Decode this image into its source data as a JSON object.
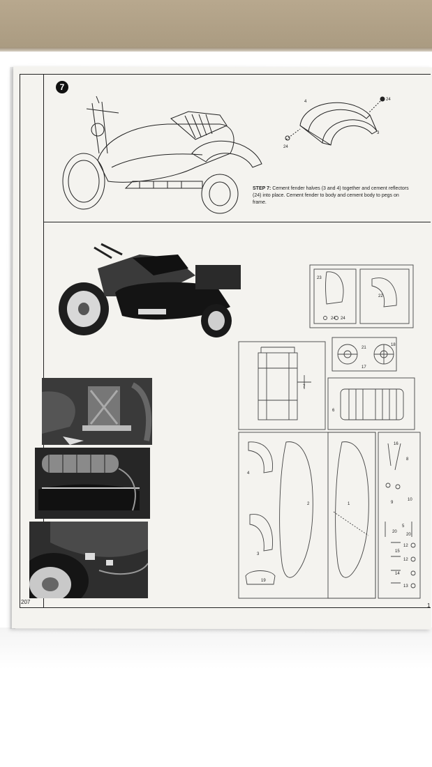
{
  "step": {
    "number": "7",
    "heading": "STEP 7:",
    "instruction": "Cement fender halves (3 and 4) together and cement reflectors (24) into place. Cement fender to body and cement body to pegs on frame."
  },
  "callouts": [
    "4",
    "24",
    "3",
    "24"
  ],
  "page_numbers": {
    "left": "207",
    "right": "1"
  },
  "sprue_labels": [
    "23",
    "22",
    "24",
    "24",
    "18",
    "21",
    "17",
    "7",
    "6",
    "4",
    "2",
    "1",
    "3",
    "19",
    "16",
    "8",
    "9",
    "10",
    "5",
    "20",
    "20",
    "12",
    "15",
    "12",
    "14",
    "13"
  ]
}
